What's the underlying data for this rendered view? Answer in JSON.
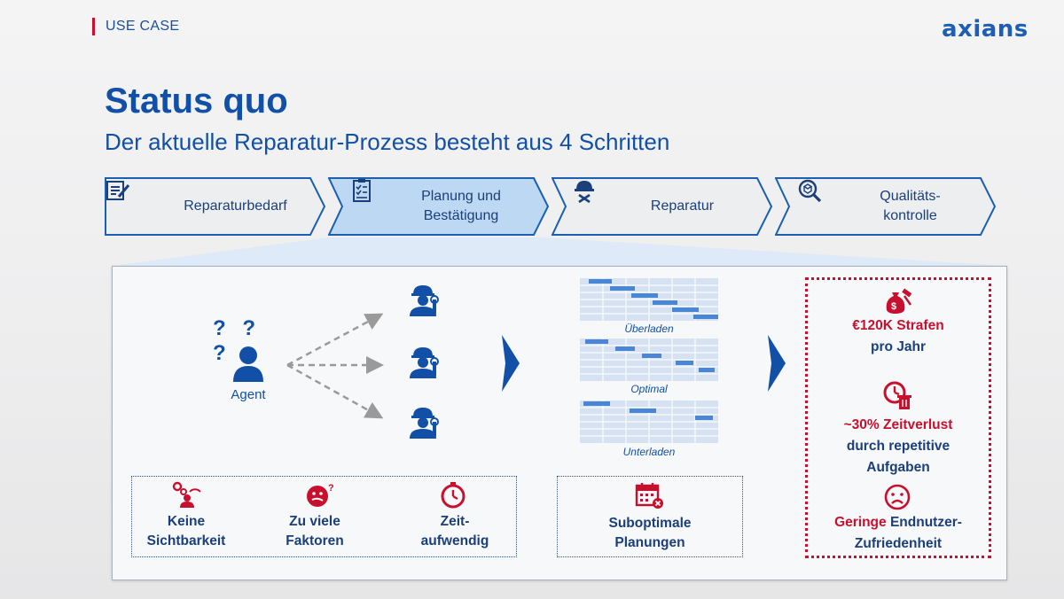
{
  "header": {
    "section_label": "USE CASE",
    "logo": "axians"
  },
  "title": "Status quo",
  "subtitle": "Der aktuelle Reparatur-Prozess besteht aus 4 Schritten",
  "steps": [
    {
      "label_1": "Reparaturbedarf",
      "label_2": "",
      "icon": "edit-document-icon",
      "active": false
    },
    {
      "label_1": "Planung und",
      "label_2": "Bestätigung",
      "icon": "clipboard-checklist-icon",
      "active": true
    },
    {
      "label_1": "Reparatur",
      "label_2": "",
      "icon": "hardhat-wrench-icon",
      "active": false
    },
    {
      "label_1": "Qualitäts-",
      "label_2": "kontrolle",
      "icon": "magnifier-cube-icon",
      "active": false
    }
  ],
  "agent": {
    "question_marks": "? ? ?",
    "label": "Agent"
  },
  "schedules": [
    {
      "caption": "Überladen"
    },
    {
      "caption": "Optimal"
    },
    {
      "caption": "Unterladen"
    }
  ],
  "issues": [
    {
      "line_1": "Keine",
      "line_2": "Sichtbarkeit",
      "icon": "gears-person-gauge-icon"
    },
    {
      "line_1": "Zu viele",
      "line_2": "Faktoren",
      "icon": "confused-face-icon"
    },
    {
      "line_1": "Zeit-",
      "line_2": "aufwendig",
      "icon": "stopwatch-icon"
    }
  ],
  "result": {
    "line_1": "Suboptimale",
    "line_2": "Planungen",
    "icon": "calendar-error-icon"
  },
  "impacts": {
    "penalty": {
      "line_1": "€120K Strafen",
      "line_2": "pro Jahr",
      "icon": "money-bag-gavel-icon"
    },
    "time": {
      "line_1": "~30% Zeitverlust",
      "line_2": "durch repetitive",
      "line_3": "Aufgaben",
      "icon": "clock-trash-icon"
    },
    "satisfaction": {
      "line_1a": "Geringe",
      "line_1b": " Endnutzer-",
      "line_2": "Zufriedenheit",
      "icon": "sad-face-icon"
    }
  },
  "colors": {
    "brand_blue": "#1150a6",
    "accent_red": "#c8102e",
    "active_step": "#bcd8f3",
    "inactive_step": "#eceef0"
  }
}
